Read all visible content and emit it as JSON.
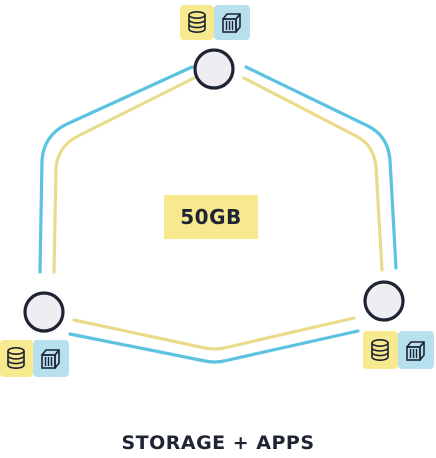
{
  "diagram": {
    "capacity_label": "50GB",
    "caption": "STORAGE + APPS",
    "colors": {
      "storage_link": "#e8dc8a",
      "apps_link": "#5bc2e0",
      "storage_icon_bg": "#f7e98e",
      "apps_icon_bg": "#b7e0ee",
      "node_fill": "#eeeef2",
      "ink": "#1f2433"
    },
    "nodes": [
      {
        "name": "node-top",
        "icons": [
          "database-icon",
          "container-icon"
        ]
      },
      {
        "name": "node-left",
        "icons": [
          "database-icon",
          "container-icon"
        ]
      },
      {
        "name": "node-right",
        "icons": [
          "database-icon",
          "container-icon"
        ]
      }
    ]
  }
}
